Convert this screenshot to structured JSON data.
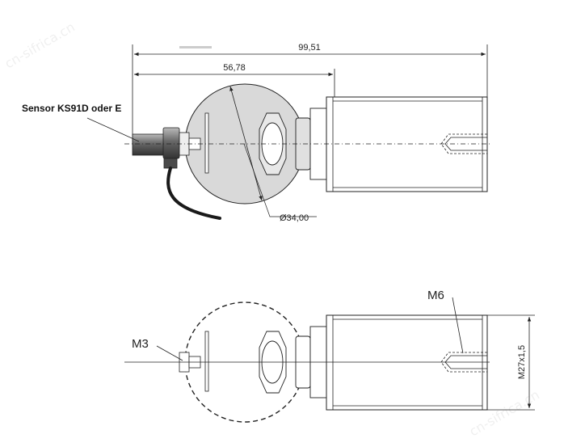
{
  "drawing": {
    "dim_overall": "99,51",
    "dim_partial": "56,78",
    "dim_diameter": "Ø34,00",
    "sensor_label": "Sensor KS91D oder E",
    "thread_m6": "M6",
    "thread_m3": "M3",
    "thread_m27": "M27x1,5",
    "watermark_1": "cn-sifri­ca.cn",
    "watermark_2": "cn-sifri­ca.cn"
  },
  "colors": {
    "line": "#222222",
    "float_fill": "#d9d9d9",
    "sensor_dark": "#555555",
    "cable": "#1a1a1a"
  }
}
